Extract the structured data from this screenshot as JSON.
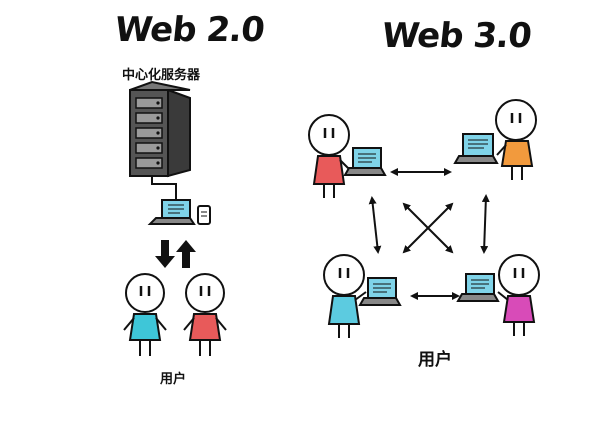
{
  "web2": {
    "title": "Web 2.0",
    "server_label": "中心化服务器",
    "users_label": "用户",
    "users": [
      {
        "shirt_color": "#3ec6d8"
      },
      {
        "shirt_color": "#e85a5a"
      }
    ]
  },
  "web3": {
    "title": "Web 3.0",
    "users_label": "用户",
    "peers": [
      {
        "shirt_color": "#e85a5a"
      },
      {
        "shirt_color": "#f29a3d"
      },
      {
        "shirt_color": "#5ccbe0"
      },
      {
        "shirt_color": "#d84bb8"
      }
    ]
  },
  "colors": {
    "screen": "#7fd3e8",
    "server_body": "#4a4a4a",
    "ink": "#111111"
  }
}
